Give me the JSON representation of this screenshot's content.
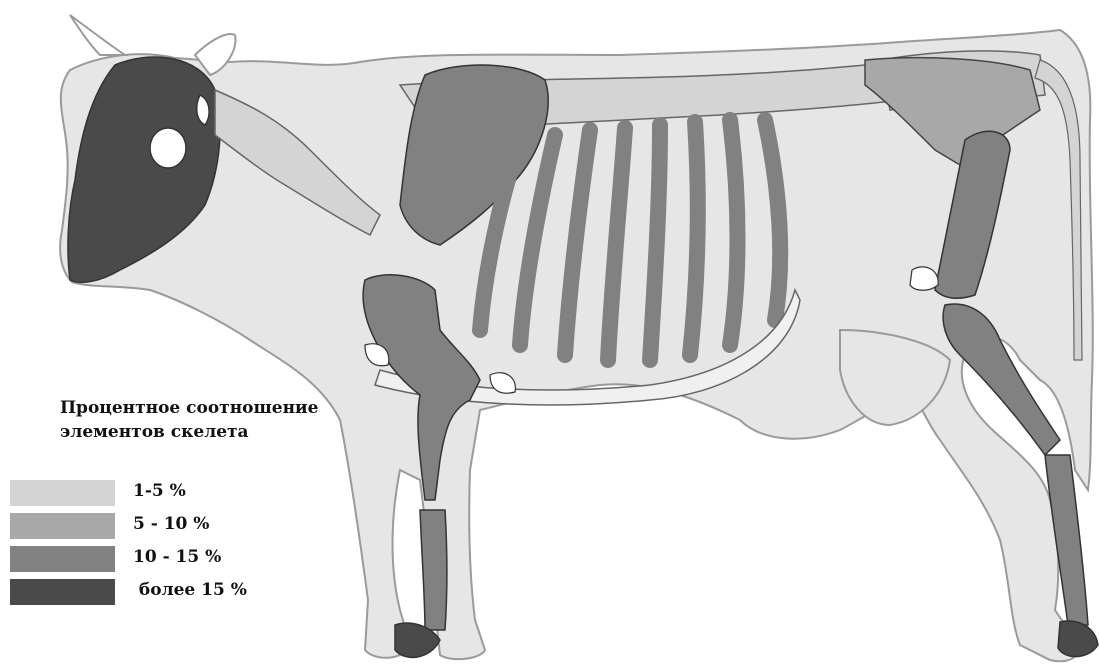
{
  "legend": {
    "title_line1": "Процентное соотношение",
    "title_line2": "элементов скелета",
    "items": [
      {
        "label": "1-5 %",
        "color": "#d4d4d4"
      },
      {
        "label": "5 - 10 %",
        "color": "#a8a8a8"
      },
      {
        "label": "10 - 15 %",
        "color": "#818181"
      },
      {
        "label": " более 15 %",
        "color": "#4a4a4a"
      }
    ]
  },
  "colors": {
    "body": "#e6e6e6",
    "outline": "#9a9a9a",
    "background": "#ffffff"
  }
}
